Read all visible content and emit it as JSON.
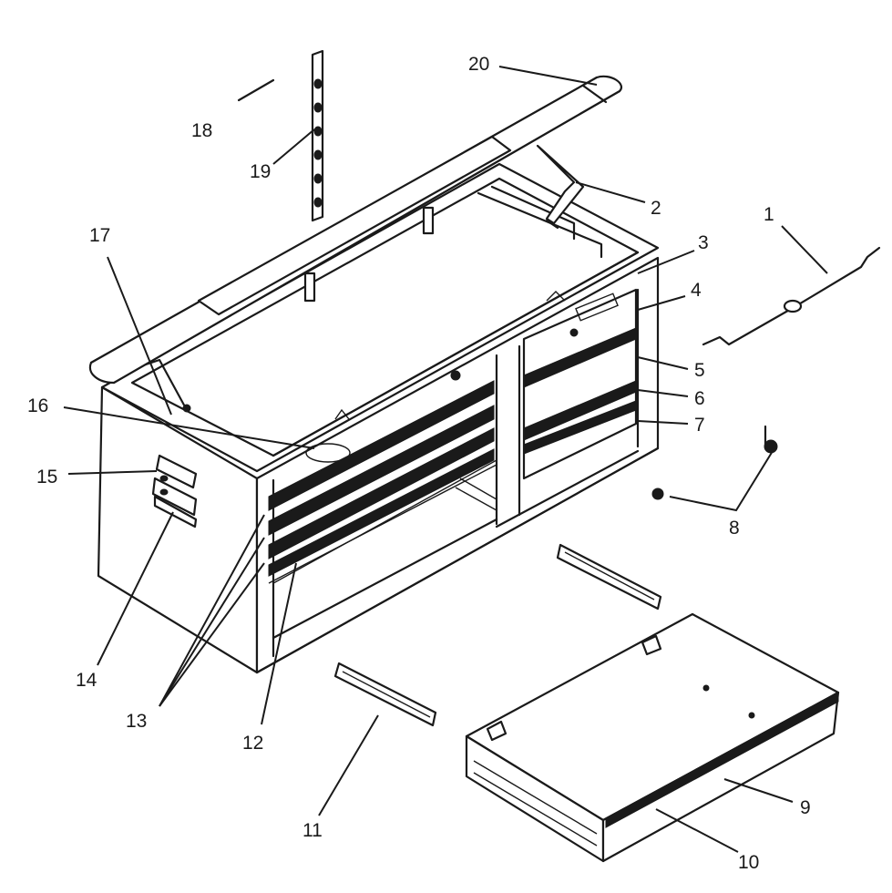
{
  "callouts": [
    "1",
    "2",
    "3",
    "4",
    "5",
    "6",
    "7",
    "8",
    "9",
    "10",
    "11",
    "12",
    "13",
    "14",
    "15",
    "16",
    "17",
    "18",
    "19",
    "20"
  ],
  "colors": {
    "ink": "#1a1a1a",
    "paper": "#ffffff"
  }
}
